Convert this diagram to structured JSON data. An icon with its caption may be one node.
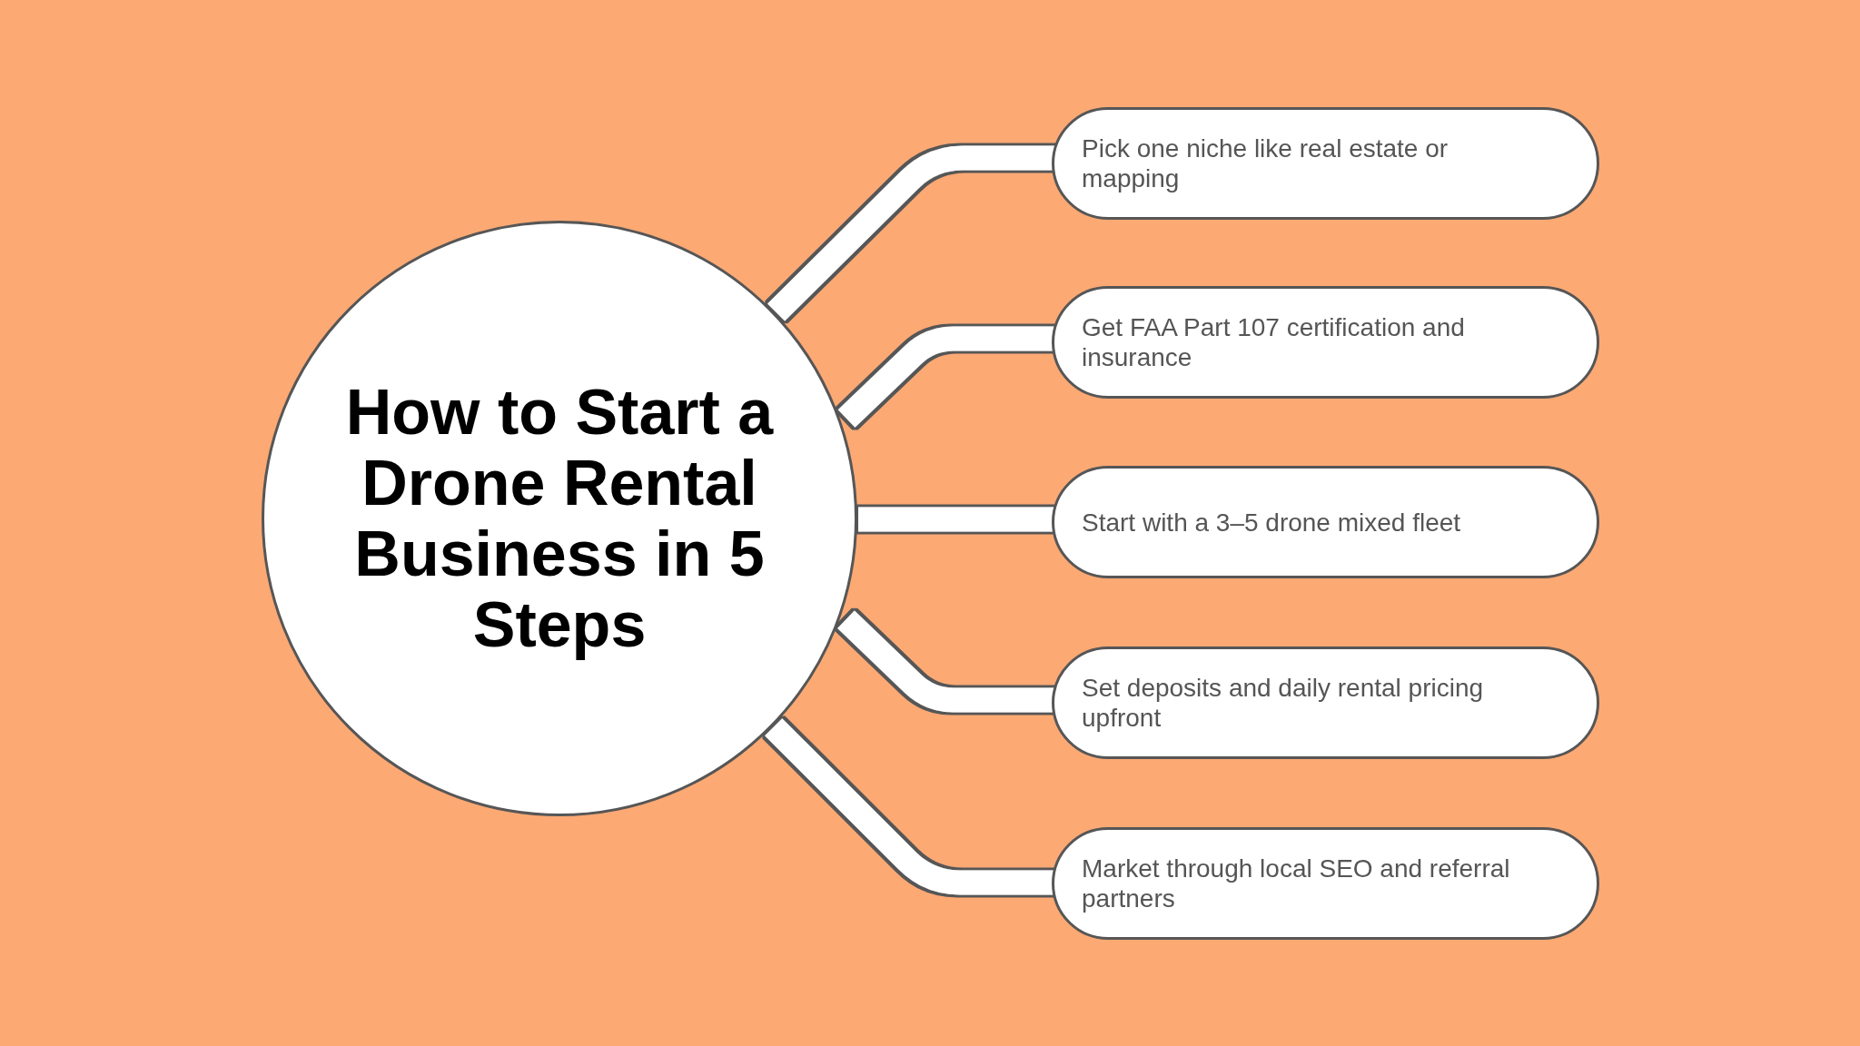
{
  "diagram": {
    "nodes": [
      {
        "text": [
          "How to Start a Drone Rental Business in 5 Steps"
        ]
      },
      {
        "text": [
          "Pick one niche like real estate or mapping"
        ]
      },
      {
        "text": [
          "Get FAA Part 107 certification and insurance"
        ]
      },
      {
        "text": [
          "Start with a 3–5 drone mixed fleet"
        ]
      },
      {
        "text": [
          "Set deposits and daily rental pricing upfront"
        ]
      },
      {
        "text": [
          "Market through local SEO and referral partners"
        ]
      }
    ],
    "edges": [
      {
        "from": 0,
        "to": 1,
        "arrow": "none"
      },
      {
        "from": 0,
        "to": 2,
        "arrow": "none"
      },
      {
        "from": 0,
        "to": 3,
        "arrow": "none"
      },
      {
        "from": 0,
        "to": 4,
        "arrow": "none"
      },
      {
        "from": 0,
        "to": 5,
        "arrow": "none"
      }
    ]
  }
}
